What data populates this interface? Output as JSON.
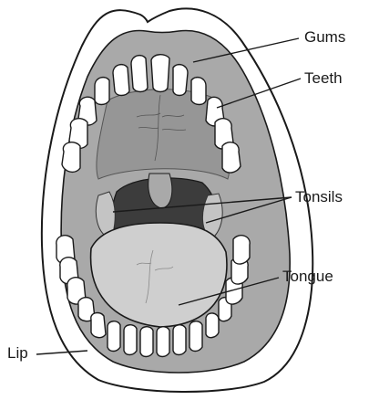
{
  "labels": {
    "gums": "Gums",
    "teeth": "Teeth",
    "tonsils": "Tonsils",
    "tongue": "Tongue",
    "lip": "Lip"
  },
  "colors": {
    "outline": "#1a1a1a",
    "lip": "#ffffff",
    "gums": "#a9a9a9",
    "palate": "#969696",
    "throat": "#3c3c3c",
    "tongue": "#cfcfcf",
    "teeth": "#ffffff"
  }
}
